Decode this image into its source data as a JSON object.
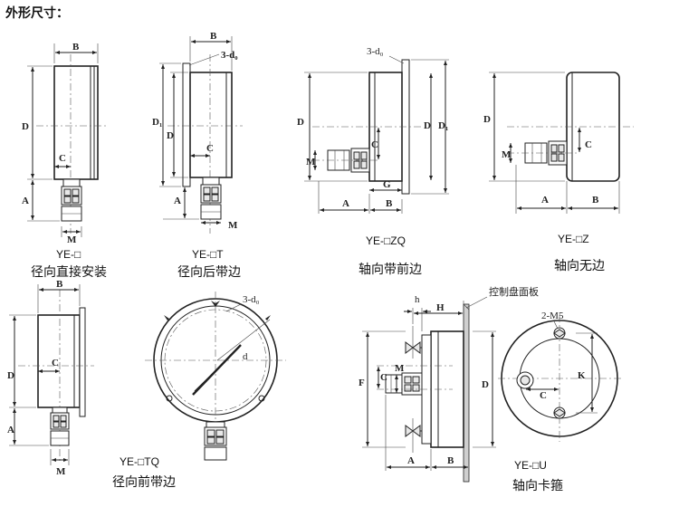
{
  "header": {
    "title": "外形尺寸："
  },
  "labels": {
    "A": "A",
    "B": "B",
    "C": "C",
    "D": "D",
    "D1": "D₁",
    "M": "M",
    "G": "G",
    "H": "H",
    "h": "h",
    "F": "F",
    "K": "K",
    "d": "d",
    "three_d0": "3-d₀",
    "two_m5": "2-M5",
    "panel": "控制盘面板"
  },
  "figures": [
    {
      "model": "YE-□",
      "caption": "径向直接安装"
    },
    {
      "model": "YE-□T",
      "caption": "径向后带边"
    },
    {
      "model": "YE-□ZQ",
      "caption": "轴向带前边"
    },
    {
      "model": "YE-□Z",
      "caption": "轴向无边"
    },
    {
      "model": "YE-□TQ",
      "caption": "径向前带边"
    },
    {
      "model": "YE-□U",
      "caption": "轴向卡箍"
    }
  ]
}
